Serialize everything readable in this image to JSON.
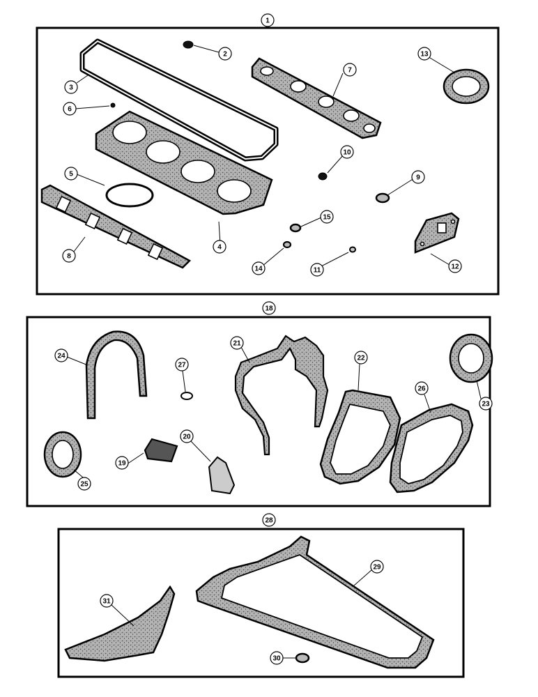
{
  "diagram": {
    "panels": [
      {
        "id": "panel-1",
        "label": "1"
      },
      {
        "id": "panel-2",
        "label": "18"
      },
      {
        "id": "panel-3",
        "label": "28"
      }
    ],
    "callouts": {
      "c1": "1",
      "c2": "2",
      "c3": "3",
      "c4": "4",
      "c5": "5",
      "c6": "6",
      "c7": "7",
      "c8": "8",
      "c9": "9",
      "c10": "10",
      "c11": "11",
      "c12": "12",
      "c13": "13",
      "c14": "14",
      "c15": "15",
      "c18": "18",
      "c19": "19",
      "c20": "20",
      "c21": "21",
      "c22": "22",
      "c23": "23",
      "c24": "24",
      "c25": "25",
      "c26": "26",
      "c27": "27",
      "c28": "28",
      "c29": "29",
      "c30": "30",
      "c31": "31"
    }
  }
}
